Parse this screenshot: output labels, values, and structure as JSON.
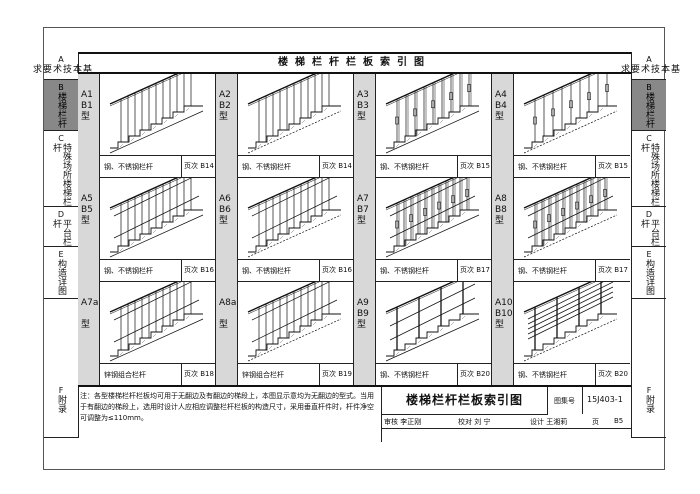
{
  "sheet_title": "楼梯栏杆栏板索引图",
  "left_tabs": [
    {
      "letter": "A",
      "text": "基本技术要求",
      "active": false
    },
    {
      "letter": "B",
      "text": "楼梯栏杆",
      "active": true
    },
    {
      "letter": "C",
      "text": "特殊场所楼梯栏杆",
      "active": false
    },
    {
      "letter": "D",
      "text": "平台栏杆",
      "active": false
    },
    {
      "letter": "E",
      "text": "构造详图",
      "active": false
    },
    {
      "letter": "F",
      "text": "附录",
      "active": false
    }
  ],
  "right_tabs": [
    {
      "letter": "A",
      "text": "基本技术要求",
      "active": false
    },
    {
      "letter": "B",
      "text": "楼梯栏杆",
      "active": true
    },
    {
      "letter": "C",
      "text": "特殊场所楼梯栏杆",
      "active": false
    },
    {
      "letter": "D",
      "text": "平台栏杆",
      "active": false
    },
    {
      "letter": "E",
      "text": "构造详图",
      "active": false
    },
    {
      "letter": "F",
      "text": "附录",
      "active": false
    }
  ],
  "cells": [
    {
      "label": "A1\nB1\n型",
      "caption": "钢、不锈钢栏杆",
      "page": "页次 B14",
      "style": 1
    },
    {
      "label": "A2\nB2\n型",
      "caption": "钢、不锈钢栏杆",
      "page": "页次 B14",
      "style": 2
    },
    {
      "label": "A3\nB3\n型",
      "caption": "钢、不锈钢栏杆",
      "page": "页次 B15",
      "style": 3
    },
    {
      "label": "A4\nB4\n型",
      "caption": "钢、不锈钢栏杆",
      "page": "页次 B15",
      "style": 4
    },
    {
      "label": "A5\nB5\n型",
      "caption": "钢、不锈钢栏杆",
      "page": "页次 B16",
      "style": 5
    },
    {
      "label": "A6\nB6\n型",
      "caption": "钢、不锈钢栏杆",
      "page": "页次 B16",
      "style": 6
    },
    {
      "label": "A7\nB7\n型",
      "caption": "钢、不锈钢栏杆",
      "page": "页次 B17",
      "style": 7
    },
    {
      "label": "A8\nB8\n型",
      "caption": "钢、不锈钢栏杆",
      "page": "页次 B17",
      "style": 8
    },
    {
      "label": "A7a\n\n型",
      "caption": "锌钢组合栏杆",
      "page": "页次 B18",
      "style": 9
    },
    {
      "label": "A8a\n\n型",
      "caption": "锌钢组合栏杆",
      "page": "页次 B19",
      "style": 10
    },
    {
      "label": "A9\nB9\n型",
      "caption": "钢、不锈钢栏杆",
      "page": "页次 B20",
      "style": 11
    },
    {
      "label": "A10\nB10\n型",
      "caption": "钢、不锈钢栏杆",
      "page": "页次 B20",
      "style": 12
    }
  ],
  "note": "注：各型楼梯栏杆栏板均可用于无翻边及有翻边的梯段上，本图显示意均为无翻边的型式。当用于有翻边的梯段上，选用时设计人应相应调整栏杆栏板的构造尺寸，采用垂直杆件时，杆件净空可调整为≤110mm。",
  "title_block": {
    "big_title": "楼梯栏杆栏板索引图",
    "atlas_label": "图集号",
    "atlas_no": "15J403-1",
    "review": "审核 李正刚",
    "check": "校对 刘 宁",
    "design": "设计 王湘莉",
    "page_label": "页",
    "page_no": "B5"
  }
}
